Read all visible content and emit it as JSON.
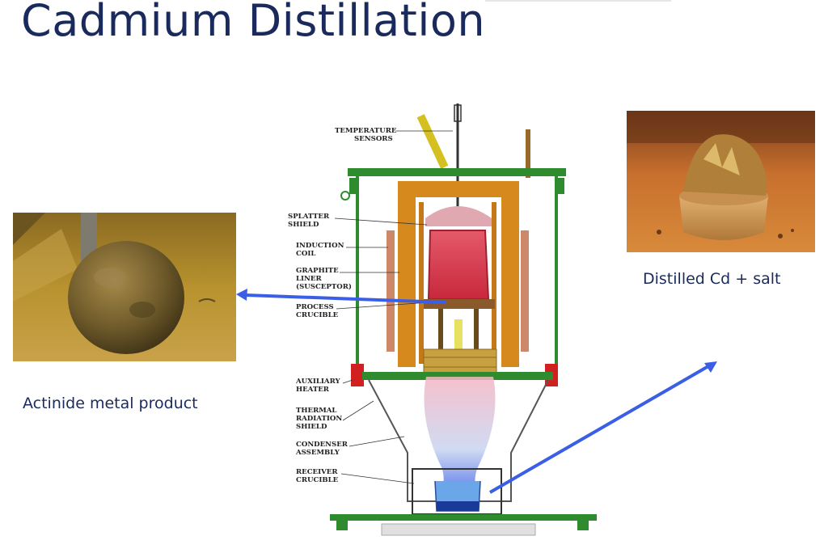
{
  "title": "Cadmium Distillation",
  "captions": {
    "left": "Actinide metal product",
    "right": "Distilled Cd + salt"
  },
  "diagram": {
    "labels": {
      "temperature_1": "TEMPERATURE",
      "temperature_2": "SENSORS",
      "splatter_1": "SPLATTER",
      "splatter_2": "SHIELD",
      "induction_1": "INDUCTION",
      "induction_2": "COIL",
      "graphite_1": "GRAPHITE",
      "graphite_2": "LINER",
      "graphite_3": "(SUSCEPTOR)",
      "process_1": "PROCESS",
      "process_2": "CRUCIBLE",
      "auxiliary_1": "AUXILIARY",
      "auxiliary_2": "HEATER",
      "thermal_1": "THERMAL",
      "thermal_2": "RADIATION",
      "thermal_3": "SHIELD",
      "condenser_1": "CONDENSER",
      "condenser_2": "ASSEMBLY",
      "receiver_1": "RECEIVER",
      "receiver_2": "CRUCIBLE"
    }
  },
  "colors": {
    "title": "#1a2a5c",
    "arrow": "#3a5fe6",
    "frame": "#2e8b2e",
    "liner": "#d68a1e",
    "melt": "#c8283c"
  }
}
